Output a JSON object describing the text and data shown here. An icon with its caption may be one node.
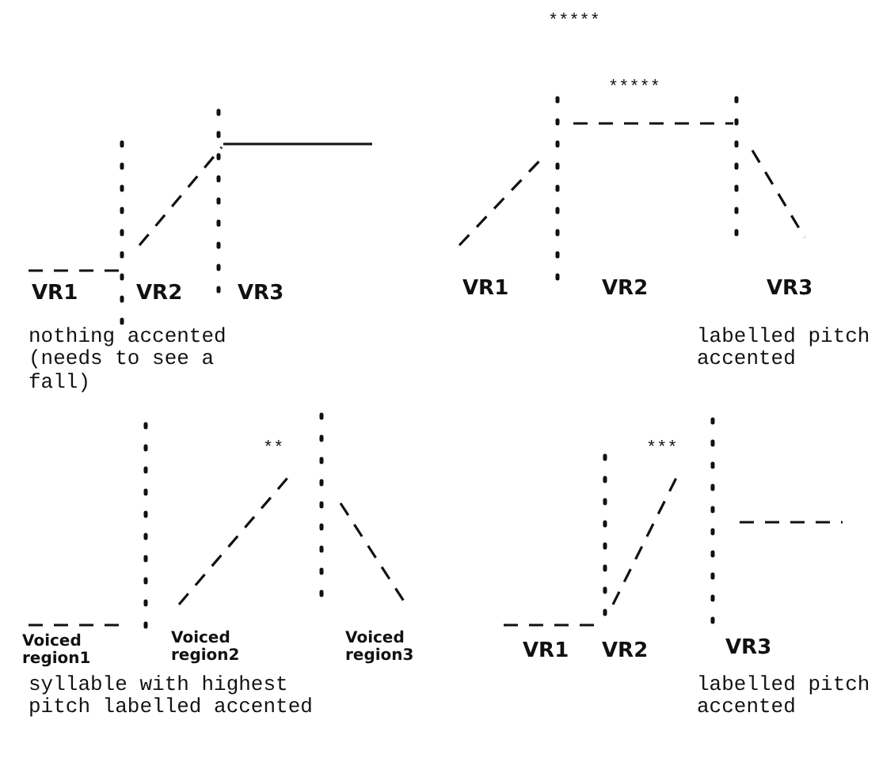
{
  "diagram": {
    "labels": [
      "*****",
      "*****",
      "VR1",
      "VR2",
      "VR3",
      "nothing accented (needs to see a fall)",
      "VR1",
      "VR2",
      "VR3",
      "labelled pitch accented",
      "**",
      "Voiced region1",
      "Voiced region2",
      "Voiced region3",
      "syllable with highest pitch labelled accented",
      "***",
      "VR1",
      "VR2",
      "VR3",
      "labelled pitch accented"
    ]
  }
}
